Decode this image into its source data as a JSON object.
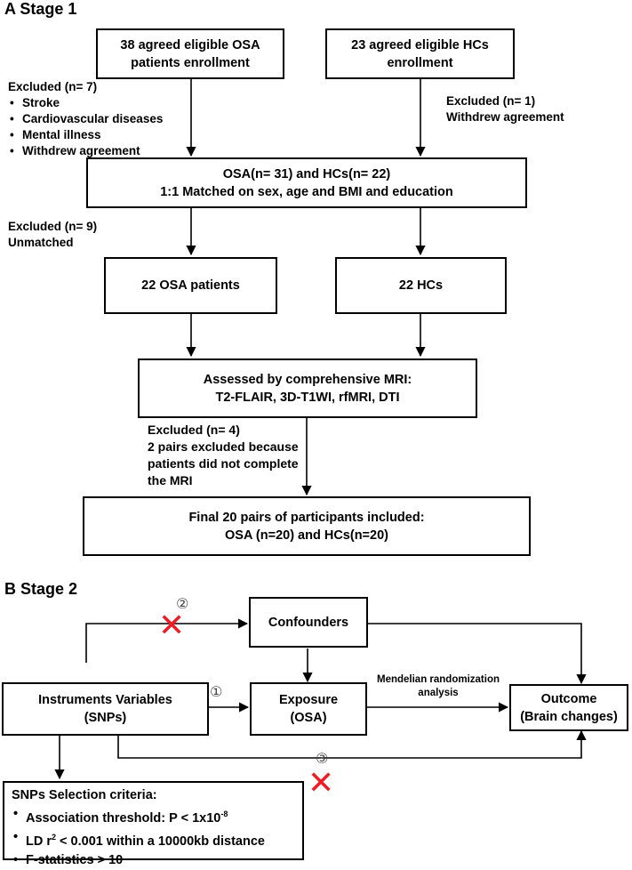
{
  "stage1": {
    "heading": "A Stage 1",
    "osa_enrollment": [
      "38 agreed eligible OSA",
      "patients enrollment"
    ],
    "hc_enrollment": [
      "23 agreed eligible HCs",
      "enrollment"
    ],
    "excluded_osa": {
      "title": "Excluded (n= 7)",
      "items": [
        "Stroke",
        "Cardiovascular diseases",
        "Mental illness",
        "Withdrew agreement"
      ]
    },
    "excluded_hc": [
      "Excluded (n= 1)",
      "Withdrew agreement"
    ],
    "matched": [
      "OSA(n= 31) and HCs(n= 22)",
      "1:1 Matched on sex, age and BMI and education"
    ],
    "excluded_unmatched": [
      "Excluded (n= 9)",
      "Unmatched"
    ],
    "osa_patients": "22 OSA patients",
    "hcs": "22 HCs",
    "mri": [
      "Assessed by comprehensive MRI:",
      "T2-FLAIR, 3D-T1WI, rfMRI, DTI"
    ],
    "excluded_mri": [
      "Excluded (n= 4)",
      "2 pairs excluded because",
      "patients did not complete",
      "the MRI"
    ],
    "final": [
      "Final 20 pairs of participants included:",
      "OSA (n=20) and HCs(n=20)"
    ]
  },
  "stage2": {
    "heading": "B Stage 2",
    "confounders": "Confounders",
    "instruments": [
      "Instruments Variables",
      "(SNPs)"
    ],
    "exposure": [
      "Exposure",
      "(OSA)"
    ],
    "outcome": [
      "Outcome",
      "(Brain changes)"
    ],
    "mr_label": [
      "Mendelian randomization",
      "analysis"
    ],
    "assumptions": [
      "①",
      "②",
      "③"
    ],
    "criteria": {
      "title": "SNPs Selection criteria:",
      "item1_prefix": "Association threshold: P < 1x10",
      "item1_sup": "-8",
      "item2_prefix": "LD r",
      "item2_sup": "2",
      "item2_suffix": " < 0.001 within a 10000kb distance",
      "item3": "F-statistics > 10"
    },
    "cross_color": "#ee1c24"
  }
}
